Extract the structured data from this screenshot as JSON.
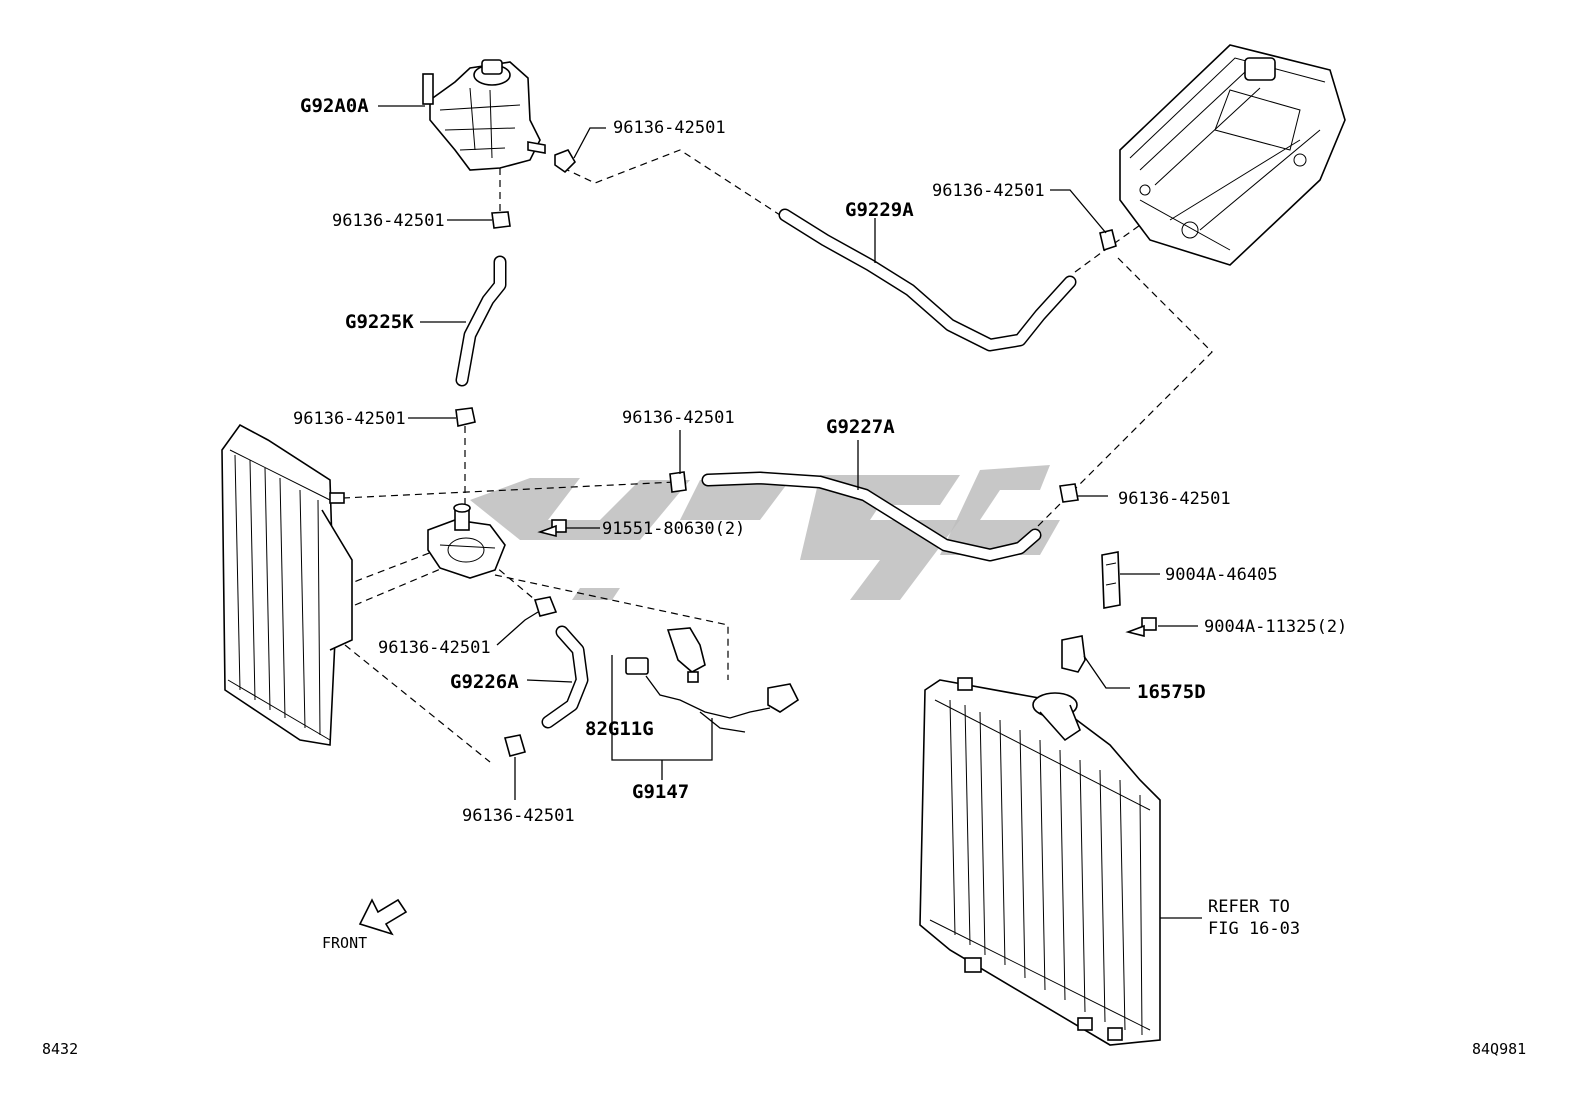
{
  "labels": {
    "g92a0a": "G92A0A",
    "clip_top": "96136-42501",
    "clip_reservoir": "96136-42501",
    "g9225k": "G9225K",
    "clip_left_mid": "96136-42501",
    "clip_center": "96136-42501",
    "g9229a": "G9229A",
    "clip_inverter": "96136-42501",
    "g9227a": "G9227A",
    "clip_right": "96136-42501",
    "bolt_pump": "91551-80630(2)",
    "bracket_9004a": "9004A-46405",
    "bolt_9004a": "9004A-11325(2)",
    "p16575d": "16575D",
    "clip_pump_lower": "96136-42501",
    "g9226a": "G9226A",
    "conn_82g11g": "82G11G",
    "g9147": "G9147",
    "clip_bottom": "96136-42501",
    "refer_line1": "REFER TO",
    "refer_line2": "FIG 16-03",
    "front": "FRONT",
    "corner_left": "8432",
    "corner_right": "84Q981"
  },
  "icons": {
    "front_arrow": "front-arrow-icon",
    "watermark": "watermark-logo"
  }
}
